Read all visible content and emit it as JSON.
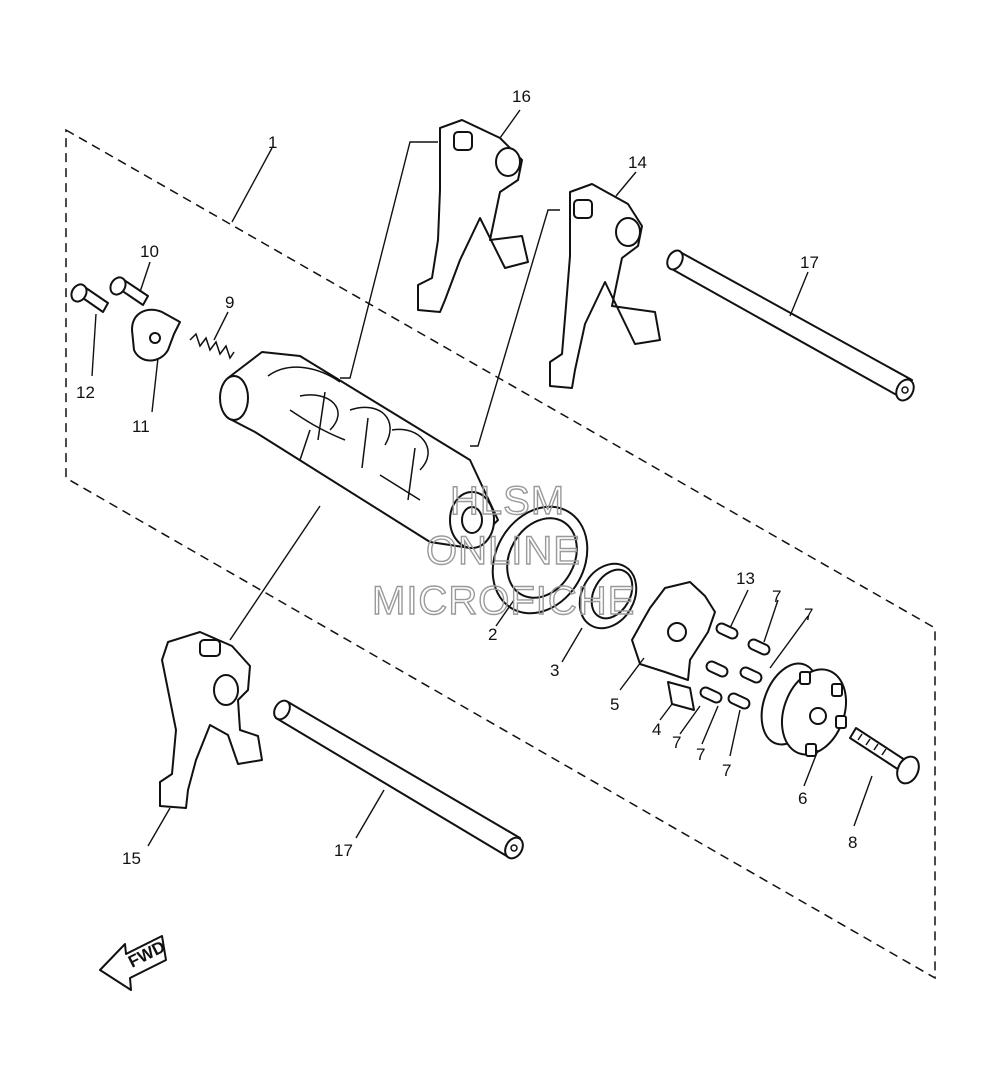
{
  "callouts": {
    "c1": "1",
    "c2": "2",
    "c3": "3",
    "c4": "4",
    "c5": "5",
    "c6": "6",
    "c7a": "7",
    "c7b": "7",
    "c7c": "7",
    "c7d": "7",
    "c7e": "7",
    "c8": "8",
    "c9": "9",
    "c10": "10",
    "c11": "11",
    "c12": "12",
    "c13": "13",
    "c14": "14",
    "c15": "15",
    "c16": "16",
    "c17a": "17",
    "c17b": "17"
  },
  "fwd_label": "FWD",
  "watermark": {
    "line1": "HLSM",
    "line2": "ONLINE",
    "line3": "MICROFICHE"
  }
}
